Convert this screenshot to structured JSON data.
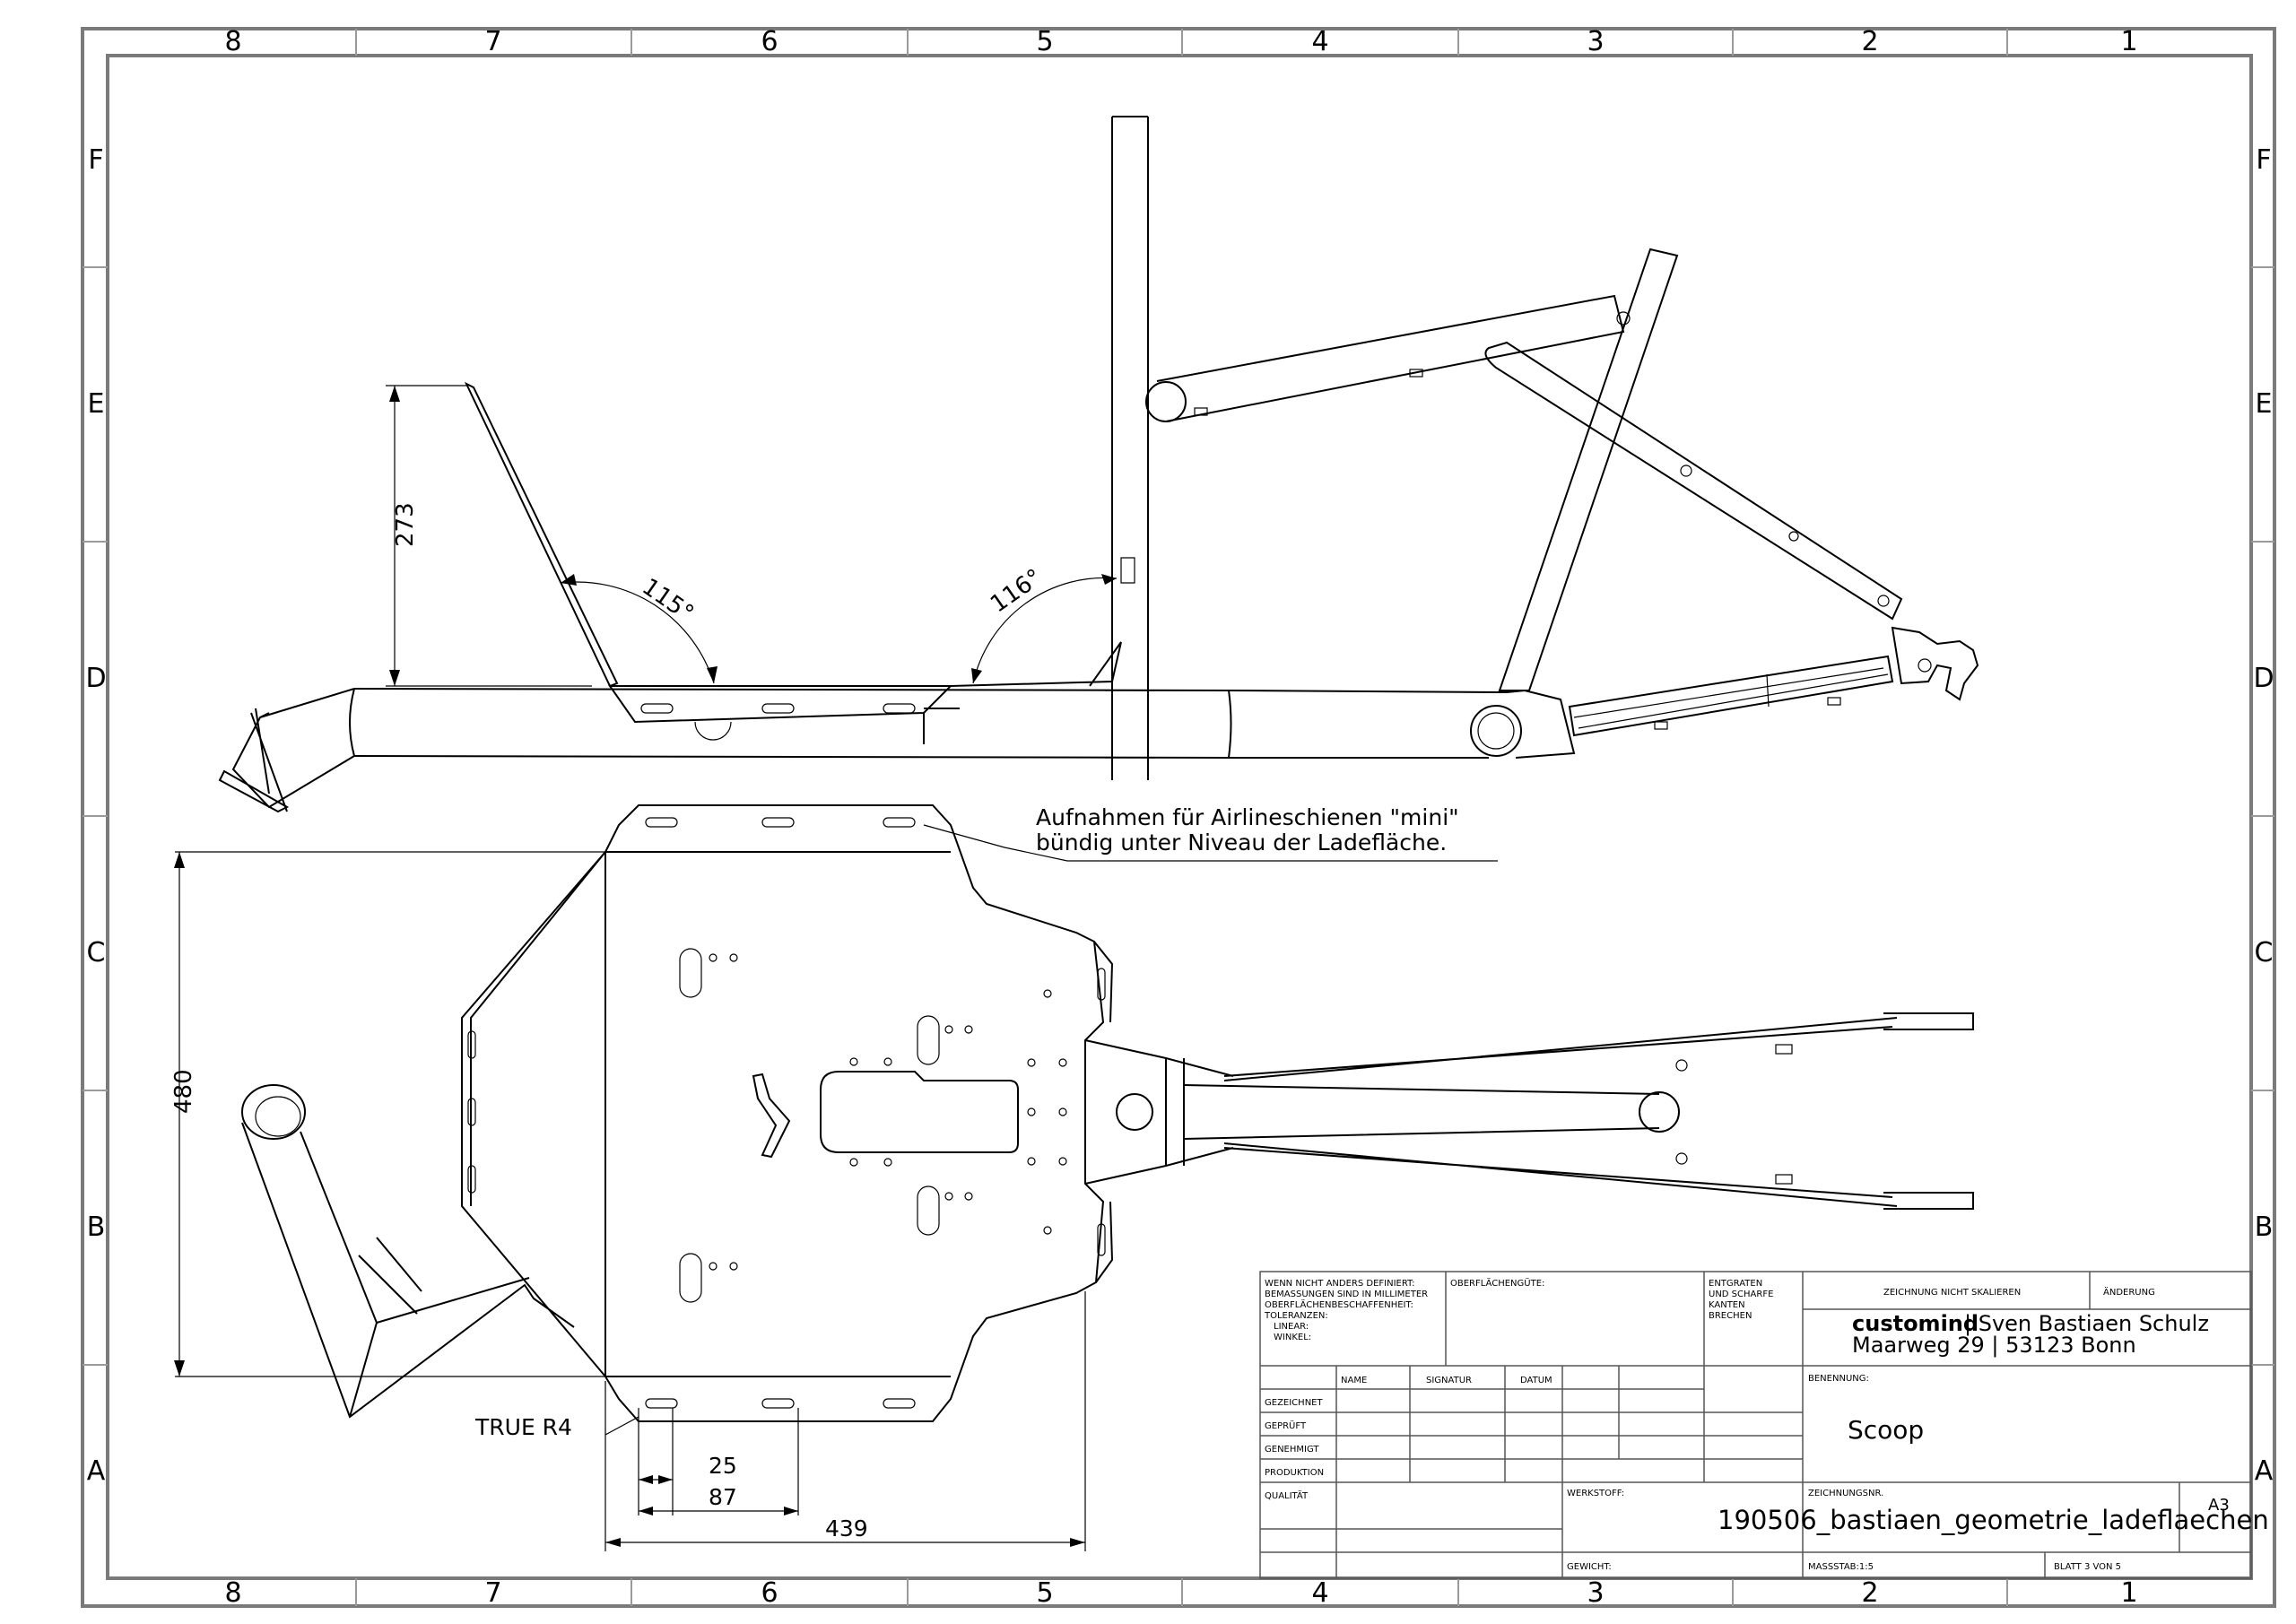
{
  "border": {
    "columns": [
      "8",
      "7",
      "6",
      "5",
      "4",
      "3",
      "2",
      "1"
    ],
    "rows": [
      "F",
      "E",
      "D",
      "C",
      "B",
      "A"
    ]
  },
  "dimensions": {
    "height_273": "273",
    "angle_115": "115°",
    "angle_116": "116°",
    "height_480": "480",
    "radius": "TRUE R4",
    "d25": "25",
    "d87": "87",
    "d439": "439"
  },
  "note": {
    "line1": "Aufnahmen für Airlineschienen \"mini\"",
    "line2": "bündig unter Niveau der Ladefläche."
  },
  "title_block": {
    "general_notes": [
      "WENN NICHT ANDERS DEFINIERT:",
      "BEMASSUNGEN SIND IN MILLIMETER",
      "OBERFLÄCHENBESCHAFFENHEIT:",
      "TOLERANZEN:",
      "LINEAR:",
      "WINKEL:"
    ],
    "surface": "OBERFLÄCHENGÜTE:",
    "deburr": [
      "ENTGRATEN",
      "UND SCHARFE",
      "KANTEN",
      "BRECHEN"
    ],
    "no_scale": "ZEICHNUNG NICHT SKALIEREN",
    "change": "ÄNDERUNG",
    "company": "customind",
    "person": "| Sven Bastiaen Schulz",
    "address": "Maarweg 29 | 53123 Bonn",
    "col_headers": [
      "NAME",
      "SIGNATUR",
      "DATUM"
    ],
    "row_labels": [
      "GEZEICHNET",
      "GEPRÜFT",
      "GENEHMIGT",
      "PRODUKTION",
      "QUALITÄT"
    ],
    "designation_label": "BENENNUNG:",
    "designation": "Scoop",
    "material_label": "WERKSTOFF:",
    "drawing_no_label": "ZEICHNUNGSNR.",
    "drawing_no": "190506_bastiaen_geometrie_ladeflaechen",
    "size": "A3",
    "weight_label": "GEWICHT:",
    "scale": "MASSSTAB:1:5",
    "sheet": "BLATT 3 VON 5"
  }
}
